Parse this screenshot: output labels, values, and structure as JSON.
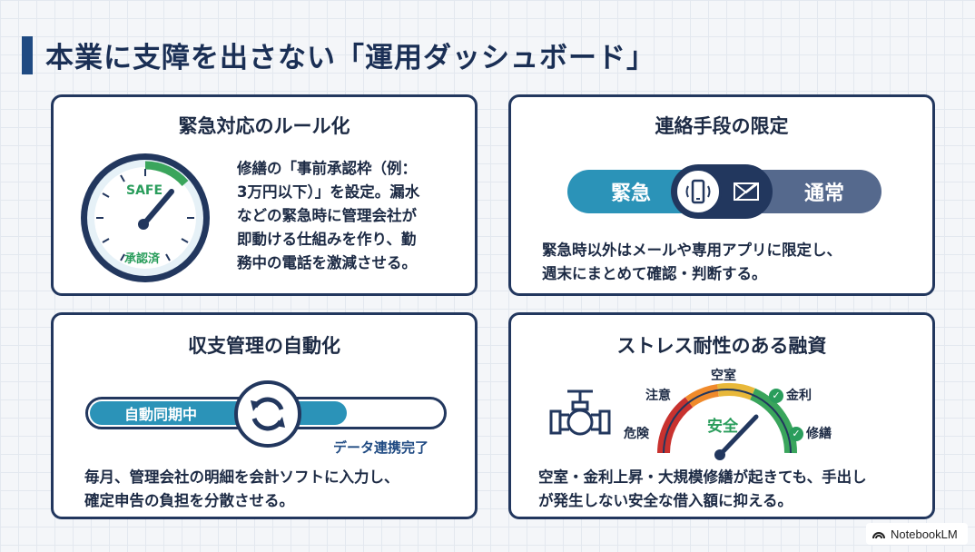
{
  "page": {
    "title": "本業に支障を出さない「運用ダッシュボード」"
  },
  "card1": {
    "title": "緊急対応のルール化",
    "gauge": {
      "safe_label": "SAFE",
      "approved_label": "承認済"
    },
    "text_lines": [
      "修繕の「事前承認枠（例：",
      "3万円以下）」を設定。漏水",
      "などの緊急時に管理会社が",
      "即動ける仕組みを作り、勤",
      "務中の電話を激減させる。"
    ]
  },
  "card2": {
    "title": "連絡手段の限定",
    "pill": {
      "left_label": "緊急",
      "right_label": "通常",
      "left_icon": "phone-icon",
      "right_icon": "mail-icon"
    },
    "text_lines": [
      "緊急時以外はメールや専用アプリに限定し、",
      "週末にまとめて確認・判断する。"
    ]
  },
  "card3": {
    "title": "収支管理の自動化",
    "progress": {
      "label": "自動同期中",
      "done_label": "データ連携完了",
      "fill_fraction": 0.73,
      "icon": "sync-icon"
    },
    "text_lines": [
      "毎月、管理会社の明細を会計ソフトに入力し、",
      "確定申告の負担を分散させる。"
    ]
  },
  "card4": {
    "title": "ストレス耐性のある融資",
    "gauge": {
      "center_label": "安全",
      "danger_label": "危険",
      "caution_label": "注意",
      "vacancy_label": "空室",
      "rate_label": "金利",
      "repair_label": "修繕"
    },
    "text_lines": [
      "空室・金利上昇・大規模修繕が起きても、手出し",
      "が発生しない安全な借入額に抑える。"
    ]
  },
  "colors": {
    "navy": "#22375e",
    "teal": "#2b93b8",
    "slate": "#55698d",
    "green": "#2a9d5c"
  },
  "brand": {
    "label": "NotebookLM"
  }
}
